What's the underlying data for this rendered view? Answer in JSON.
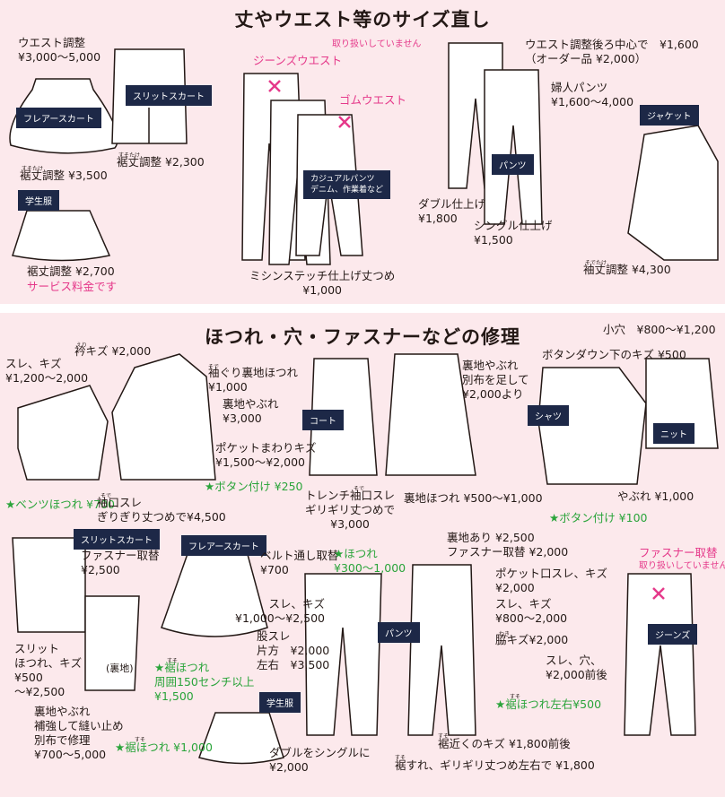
{
  "section1": {
    "title": "丈やウエスト等のサイズ直し",
    "labels": {
      "flare_skirt": "フレアースカート",
      "slit_skirt": "スリットスカート",
      "uniform": "学生服",
      "casual_pants": "カジュアルパンツ\nデニム、作業着など",
      "pants": "パンツ",
      "jacket": "ジャケット"
    },
    "notes": {
      "waist_adjust": "ウエスト調整\n¥3,000〜5,000",
      "hem_adjust_3500": "裾丈調整 ¥3,500",
      "hem_adjust_2300": "裾丈調整 ¥2,300",
      "hem_adjust_2700": "裾丈調整 ¥2,700",
      "service_fee": "サービス料金です",
      "not_handled": "取り扱いしていません",
      "jeans_waist": "ジーンズウエスト",
      "rubber_waist": "ゴムウエスト",
      "sewing_machine": "ミシンステッチ仕上げ丈つめ\n¥1,000",
      "waist_back_center": "ウエスト調整後ろ中心で　¥1,600\n（オーダー品 ¥2,000）",
      "womens_pants": "婦人パンツ\n¥1,600〜4,000",
      "double_finish": "ダブル仕上げ\n¥1,800",
      "single_finish": "シングル仕上げ\n¥1,500",
      "sleeve_adjust": "袖丈調整 ¥4,300"
    },
    "ruby": {
      "suso": "すそたけ",
      "sode": "そでたけ"
    }
  },
  "section2": {
    "title": "ほつれ・穴・ファスナーなどの修理",
    "labels": {
      "coat": "コート",
      "shirt": "シャツ",
      "knit": "ニット",
      "slit_skirt": "スリットスカート",
      "flare_skirt": "フレアースカート",
      "pants": "パンツ",
      "uniform": "学生服",
      "jeans": "ジーンズ"
    },
    "notes": {
      "rub_scratch": "スレ、キズ\n¥1,200〜2,000",
      "collar_scratch": "衿キズ ¥2,000",
      "armhole_lining": "袖ぐり裏地ほつれ\n¥1,000",
      "lining_tear": "裏地やぶれ\n¥3,000",
      "pocket_scratch": "ポケットまわりキズ\n¥1,500〜¥2,000",
      "vent_fray": "★ベンツほつれ ¥700",
      "button_250": "★ボタン付け ¥250",
      "cuff_rub": "袖口スレ\nぎりぎり丈つめで¥4,500",
      "trench_cuff": "トレンチ袖口スレ\nギリギリ丈つめで\n¥3,000",
      "coat_lining_tear": "裏地やぶれ\n別布を足して\n¥2,000より",
      "lining_fray": "裏地ほつれ ¥500〜¥1,000",
      "small_hole": "小穴　¥800〜¥1,200",
      "buttondown_scratch": "ボタンダウン下のキズ ¥500",
      "tear_1000": "やぶれ ¥1,000",
      "button_100": "★ボタン付け ¥100",
      "zipper_2500": "ファスナー取替\n¥2,500",
      "slit_fray": "スリット\nほつれ、キズ\n¥500\n〜¥2,500",
      "lining_reinforce": "裏地やぶれ\n補強して縫い止め\n別布で修理\n¥700〜5,000",
      "ura": "(裏地)",
      "hem_fray_1000": "★裾ほつれ ¥1,000",
      "hem_fray_1500": "★裾ほつれ\n周囲150センチ以上\n¥1,500",
      "belt_loop": "ベルト通し取替\n¥700",
      "fray_300": "★ほつれ\n¥300〜1,000",
      "rub_1000_2500": "スレ、キズ\n¥1,000〜¥2,500",
      "crotch_rub": "股スレ\n片方　¥2,000\n左右　¥3,500",
      "double_to_single": "ダブルをシングルに\n¥2,000",
      "lined_zipper": "裏地あり ¥2,500\nファスナー取替 ¥2,000",
      "pocket_mouth": "ポケット口スレ、キズ\n¥2,000",
      "rub_800_2000": "スレ、キズ\n¥800〜2,000",
      "side_scratch": "脇キズ¥2,000",
      "hem_fray_lr": "★裾ほつれ左右¥500",
      "near_hem": "裾近くのキズ ¥1,800前後",
      "hem_rub": "裾すれ、ギリギリ丈つめ左右で ¥1,800",
      "zipper_jeans": "ファスナー取替",
      "not_handled": "取り扱いしていません",
      "hole_2000": "スレ、穴、\n¥2,000前後"
    },
    "ruby": {
      "eri": "えり",
      "sode": "そで",
      "suso": "すそ",
      "waki": "わき"
    }
  },
  "colors": {
    "background": "#fce9ec",
    "label_bg": "#1d2847",
    "accent_pink": "#e5398a",
    "accent_green": "#2aa43a"
  }
}
